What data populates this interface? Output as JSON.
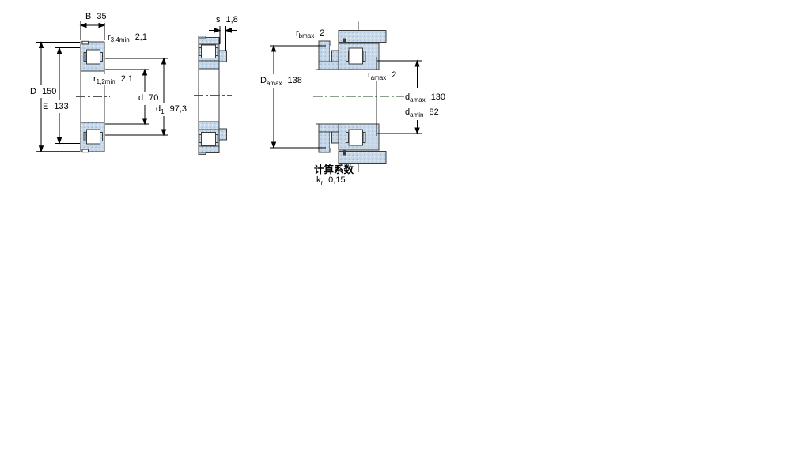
{
  "figure": {
    "type": "bearing-technical-drawing",
    "views": [
      "front-cross-section",
      "side-cross-section",
      "abutment-mounting-dimensions"
    ]
  },
  "colors": {
    "section_fill": "#c6d8e9",
    "section_dot": "#92b1ce",
    "section_highlight": "#eef4fa",
    "outline": "#3b3b3b",
    "dimension_line": "#000000",
    "centerline": "#555555",
    "centerline_light": "#8fa08f",
    "background": "#ffffff"
  },
  "labels": {
    "B": {
      "sym": "B",
      "sub": "",
      "value": "35"
    },
    "r34": {
      "sym": "r",
      "sub": "3,4min",
      "value": "2,1"
    },
    "r12": {
      "sym": "r",
      "sub": "1,2min",
      "value": "2,1"
    },
    "D": {
      "sym": "D",
      "sub": "",
      "value": "150"
    },
    "E": {
      "sym": "E",
      "sub": "",
      "value": "133"
    },
    "d": {
      "sym": "d",
      "sub": "",
      "value": "70"
    },
    "d1": {
      "sym": "d",
      "sub": "1",
      "value": "97,3"
    },
    "s": {
      "sym": "s",
      "sub": "",
      "value": "1,8"
    },
    "rbmax": {
      "sym": "r",
      "sub": "bmax",
      "value": "2"
    },
    "Damax": {
      "sym": "D",
      "sub": "amax",
      "value": "138"
    },
    "ramax": {
      "sym": "r",
      "sub": "amax",
      "value": "2"
    },
    "damax": {
      "sym": "d",
      "sub": "amax",
      "value": "130"
    },
    "damin": {
      "sym": "d",
      "sub": "amin",
      "value": "82"
    }
  },
  "notes": {
    "heading": "计算系数",
    "kr": {
      "sym": "k",
      "sub": "r",
      "value": "0,15"
    }
  }
}
